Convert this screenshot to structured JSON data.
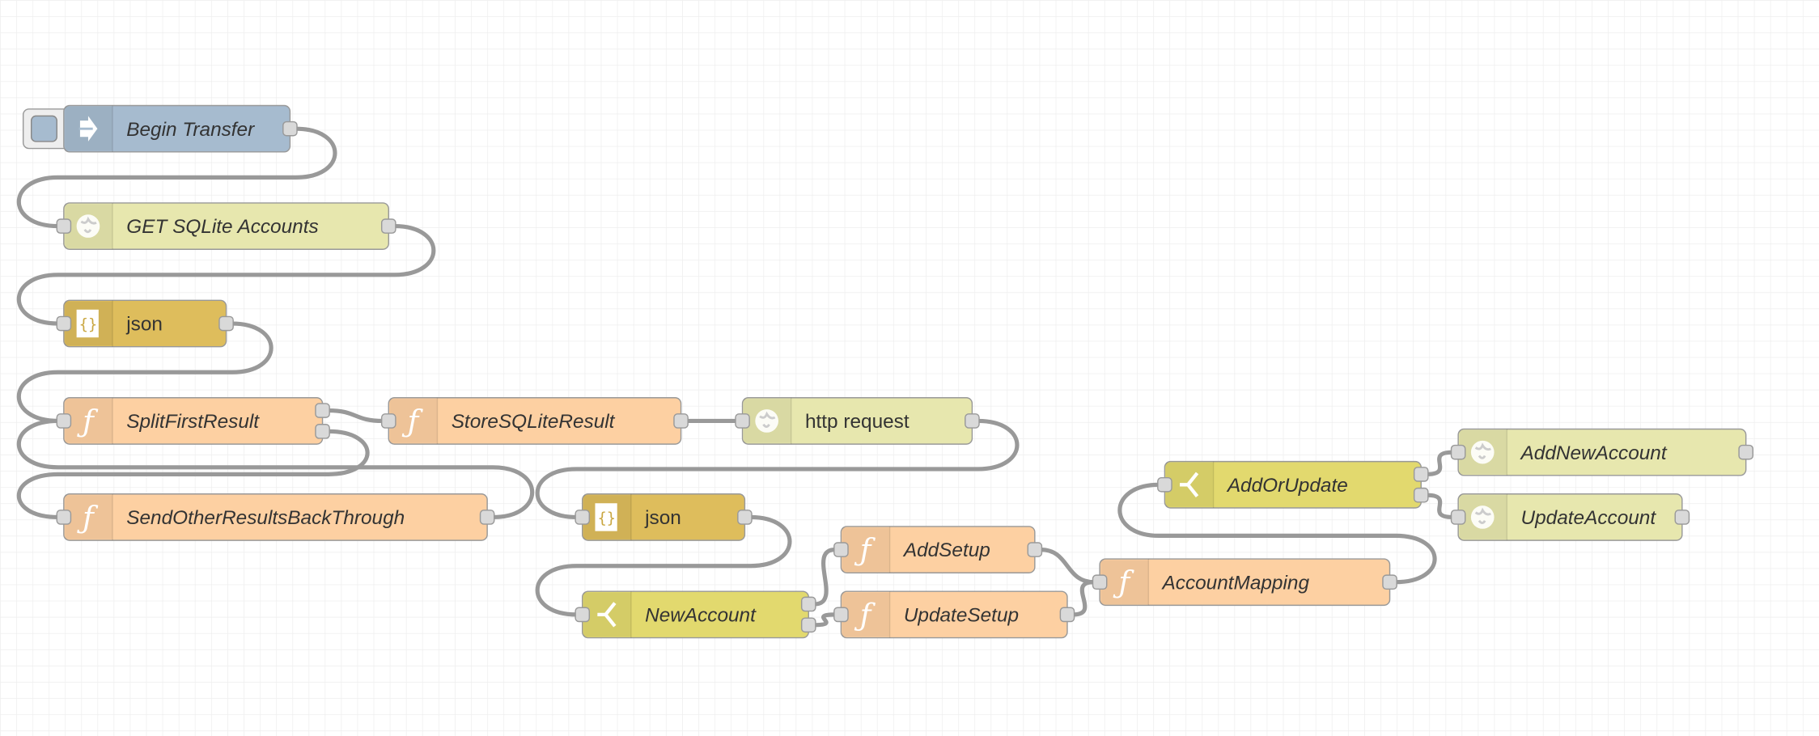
{
  "colors": {
    "inject": "#a6bbcf",
    "http": "#e7e7ae",
    "json": "#debd5c",
    "function": "#fdd0a2",
    "switch": "#e2d96e",
    "wire": "#999999",
    "grid": "#eeeeee"
  },
  "nodes": [
    {
      "id": "n1",
      "type": "inject",
      "label": "Begin Transfer",
      "icon": "inject-arrow-icon",
      "outputs": 1
    },
    {
      "id": "n2",
      "type": "http",
      "label": "GET SQLite Accounts",
      "icon": "globe-icon",
      "outputs": 1
    },
    {
      "id": "n3",
      "type": "json",
      "label": "json",
      "icon": "json-file-icon",
      "outputs": 1
    },
    {
      "id": "n4",
      "type": "function",
      "label": "SplitFirstResult",
      "icon": "function-icon",
      "outputs": 2
    },
    {
      "id": "n5",
      "type": "function",
      "label": "StoreSQLiteResult",
      "icon": "function-icon",
      "outputs": 1
    },
    {
      "id": "n6",
      "type": "http",
      "label": "http request",
      "icon": "globe-icon",
      "outputs": 1
    },
    {
      "id": "n7",
      "type": "function",
      "label": "SendOtherResultsBackThrough",
      "icon": "function-icon",
      "outputs": 1
    },
    {
      "id": "n8",
      "type": "json",
      "label": "json",
      "icon": "json-file-icon",
      "outputs": 1
    },
    {
      "id": "n9",
      "type": "switch",
      "label": "NewAccount",
      "icon": "switch-icon",
      "outputs": 2
    },
    {
      "id": "n10",
      "type": "function",
      "label": "AddSetup",
      "icon": "function-icon",
      "outputs": 1
    },
    {
      "id": "n11",
      "type": "function",
      "label": "UpdateSetup",
      "icon": "function-icon",
      "outputs": 1
    },
    {
      "id": "n12",
      "type": "function",
      "label": "AccountMapping",
      "icon": "function-icon",
      "outputs": 1
    },
    {
      "id": "n13",
      "type": "switch",
      "label": "AddOrUpdate",
      "icon": "switch-icon",
      "outputs": 2
    },
    {
      "id": "n14",
      "type": "http",
      "label": "AddNewAccount",
      "icon": "globe-icon",
      "outputs": 1
    },
    {
      "id": "n15",
      "type": "http",
      "label": "UpdateAccount",
      "icon": "globe-icon",
      "outputs": 1
    }
  ],
  "wires": [
    [
      "n1",
      0,
      "n2"
    ],
    [
      "n2",
      0,
      "n3"
    ],
    [
      "n3",
      0,
      "n4"
    ],
    [
      "n4",
      0,
      "n5"
    ],
    [
      "n4",
      1,
      "n7"
    ],
    [
      "n7",
      0,
      "n4"
    ],
    [
      "n5",
      0,
      "n6"
    ],
    [
      "n6",
      0,
      "n8"
    ],
    [
      "n8",
      0,
      "n9"
    ],
    [
      "n9",
      0,
      "n10"
    ],
    [
      "n9",
      1,
      "n11"
    ],
    [
      "n10",
      0,
      "n12"
    ],
    [
      "n11",
      0,
      "n12"
    ],
    [
      "n12",
      0,
      "n13"
    ],
    [
      "n13",
      0,
      "n14"
    ],
    [
      "n13",
      1,
      "n15"
    ]
  ]
}
